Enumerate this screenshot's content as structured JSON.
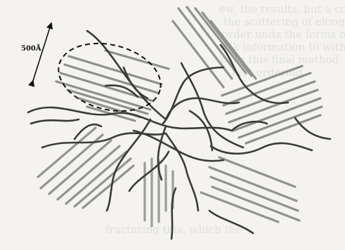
{
  "scale_bar": {
    "label": "500Å"
  },
  "ghost_text": [
    "ew, the results, but a consistent",
    "the scattering of elongated",
    "order units the forms of aggregates",
    "a k information to within",
    "cons this final method",
    "rest ordering",
    "fracturing this, which the"
  ]
}
